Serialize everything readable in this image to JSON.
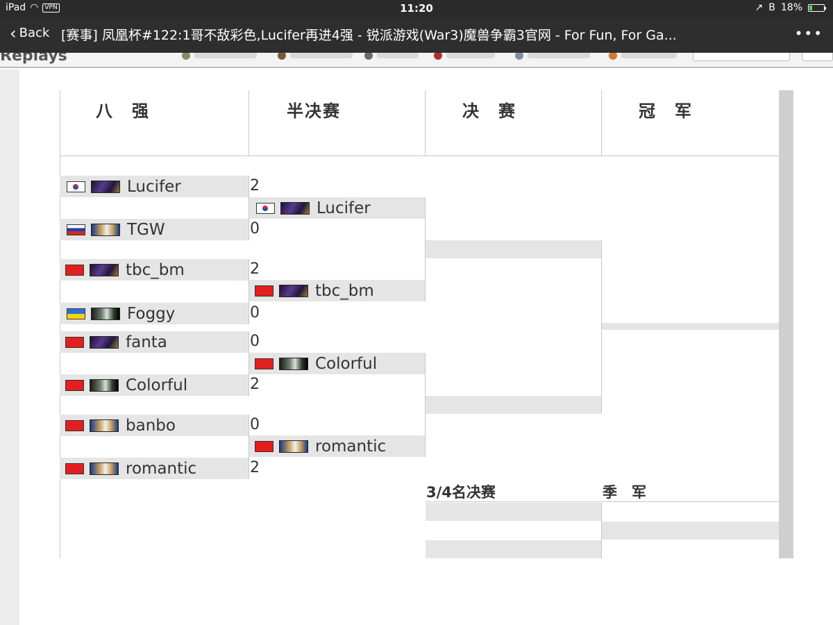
{
  "status_bar": {
    "device": "iPad",
    "vpn": "VPN",
    "time": "11:20",
    "battery": "18%",
    "battery_level": 0.18
  },
  "nav": {
    "back_label": "Back",
    "title": "[赛事] 凤凰杯#122:1哥不敌彩色,Lucifer再进4强 - 锐派游戏(War3)魔兽争霸3官网 - For Fun, For Ga...",
    "more_label": "•••"
  },
  "site": {
    "logo_fragment": "Replays"
  },
  "bracket": {
    "headers": {
      "quarterfinal": "八　强",
      "semifinal": "半决赛",
      "final": "决　赛",
      "champion": "冠　军"
    },
    "quarterfinals": [
      {
        "flag": "kr",
        "race": "ne",
        "name": "Lucifer",
        "score": "2"
      },
      {
        "flag": "ru",
        "race": "hu",
        "name": "TGW",
        "score": "0"
      },
      {
        "flag": "cn",
        "race": "ne",
        "name": "tbc_bm",
        "score": "2"
      },
      {
        "flag": "ua",
        "race": "ud",
        "name": "Foggy",
        "score": "0"
      },
      {
        "flag": "cn",
        "race": "ne",
        "name": "fanta",
        "score": "0"
      },
      {
        "flag": "cn",
        "race": "ud",
        "name": "Colorful",
        "score": "2"
      },
      {
        "flag": "cn",
        "race": "hu",
        "name": "banbo",
        "score": "0"
      },
      {
        "flag": "cn",
        "race": "hu",
        "name": "romantic",
        "score": "2"
      }
    ],
    "semifinals": [
      {
        "flag": "kr",
        "race": "ne",
        "name": "Lucifer"
      },
      {
        "flag": "cn",
        "race": "ne",
        "name": "tbc_bm"
      },
      {
        "flag": "cn",
        "race": "ud",
        "name": "Colorful"
      },
      {
        "flag": "cn",
        "race": "hu",
        "name": "romantic"
      }
    ],
    "third_place_label": "3/4名决赛",
    "third_place_winner_label": "季　军"
  }
}
